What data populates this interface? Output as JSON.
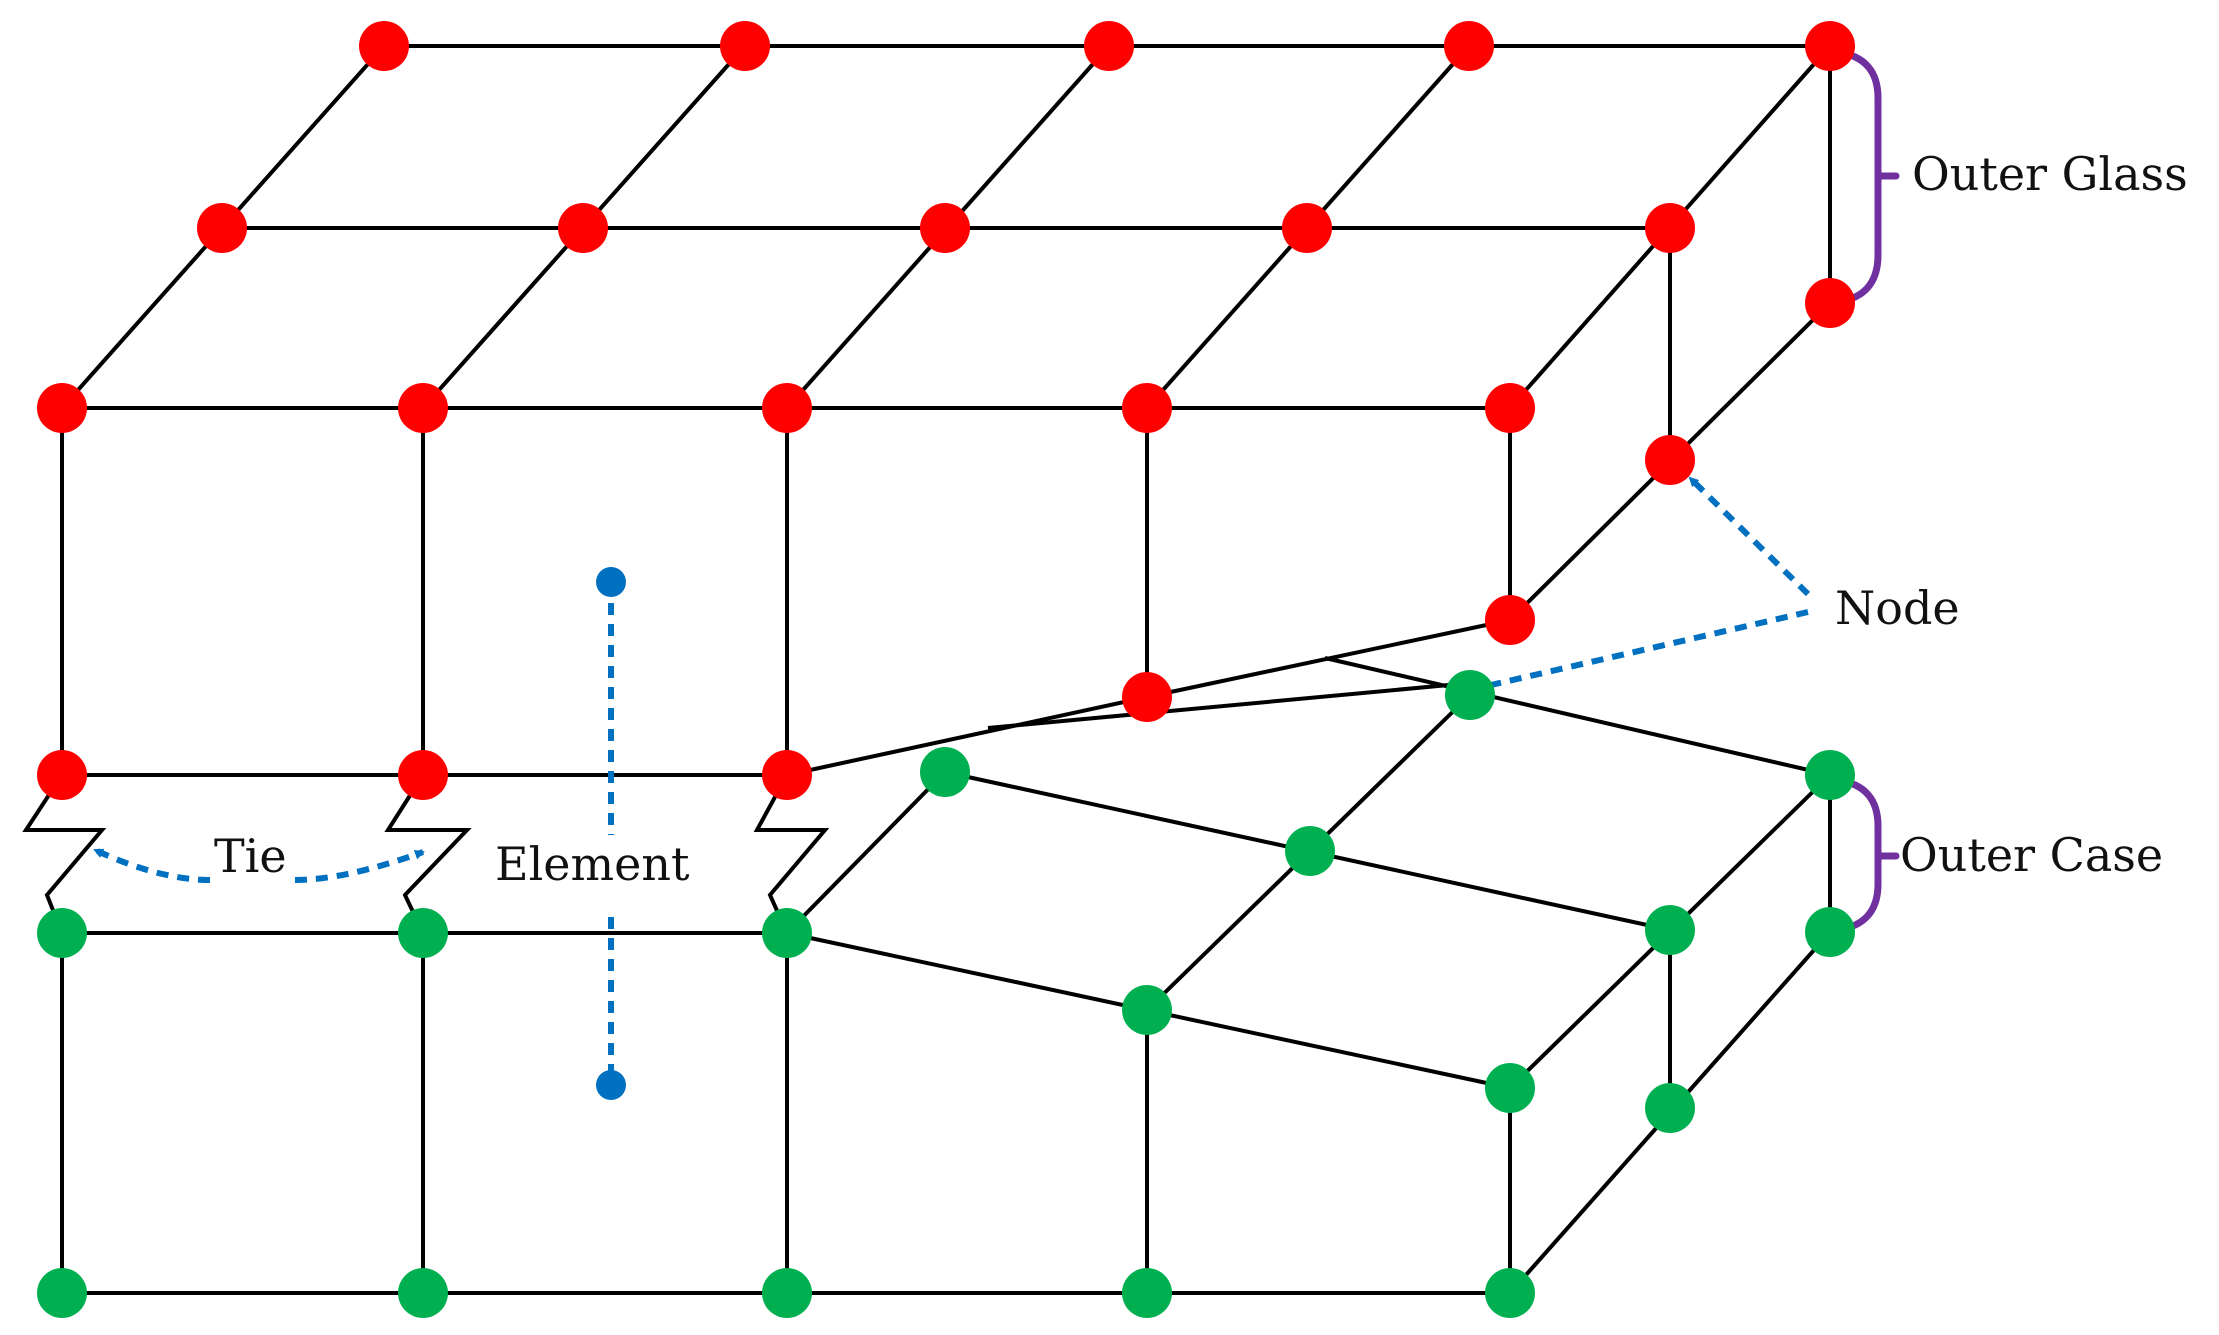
{
  "diagram": {
    "labels": {
      "outer_glass": "Outer Glass",
      "outer_case": "Outer Case",
      "node": "Node",
      "tie": "Tie",
      "element": "Element"
    },
    "colors": {
      "edge": "#000000",
      "glass_node": "#ff0000",
      "case_node": "#00b050",
      "annotation": "#0070c0",
      "bracket": "#7030a0"
    }
  }
}
